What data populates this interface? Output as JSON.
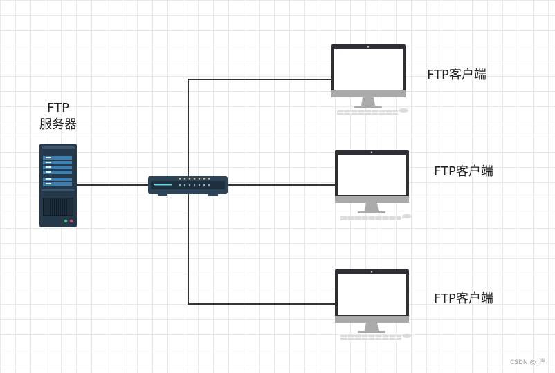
{
  "server": {
    "line1": "FTP",
    "line2": "服务器"
  },
  "clients": [
    {
      "label": "FTP客户端"
    },
    {
      "label": "FTP客户端"
    },
    {
      "label": "FTP客户端"
    }
  ],
  "watermark": "CSDN @_洋",
  "colors": {
    "line": "#333333",
    "server_body": "#26394a",
    "switch_body": "#2d4358",
    "monitor_frame": "#2f2f33",
    "monitor_stand": "#aaaaaa"
  }
}
